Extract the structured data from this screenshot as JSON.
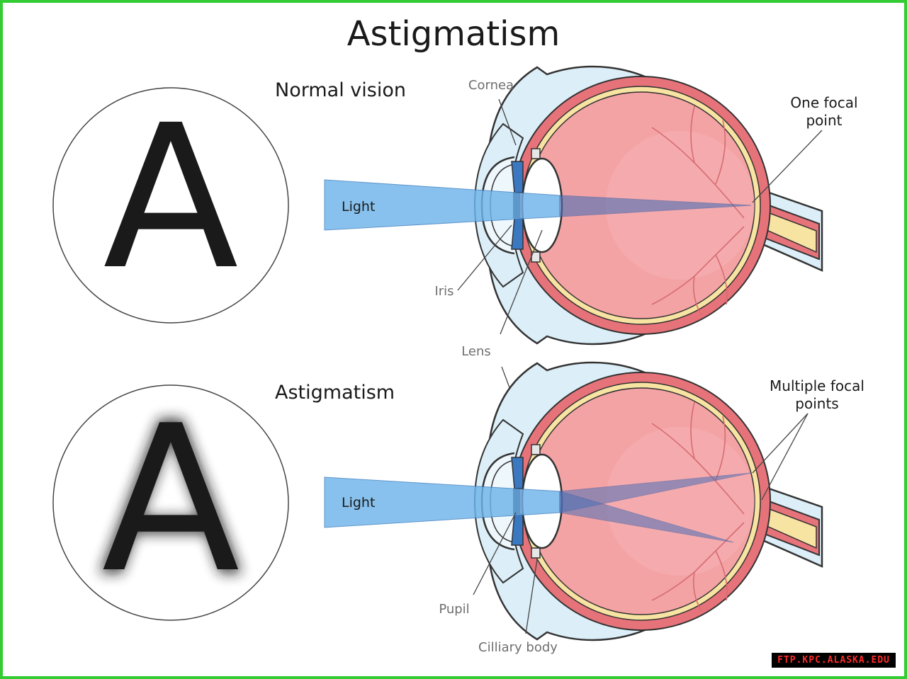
{
  "title": "Astigmatism",
  "normal": {
    "heading": "Normal vision",
    "letter": "A",
    "light_label": "Light",
    "focal_label": [
      "One focal",
      "point"
    ]
  },
  "astigmatism": {
    "heading": "Astigmatism",
    "letter": "A",
    "light_label": "Light",
    "focal_label": [
      "Multiple focal",
      "points"
    ]
  },
  "labels": {
    "cornea": "Cornea",
    "iris": "Iris",
    "lens": "Lens",
    "pupil": "Pupil",
    "ciliary_body": "Cilliary body"
  },
  "watermark": "FTP.KPC.ALASKA.EDU",
  "colors": {
    "frame": "#33cc33",
    "light_beam": "#6fb4ea",
    "eye_interior": "#f4a3a5",
    "sclera_outer": "#dceef8",
    "choroid": "#e7737a",
    "retina": "#f7e3a2",
    "text": "#1a1a1a",
    "label_gray": "#6f6f6f"
  }
}
